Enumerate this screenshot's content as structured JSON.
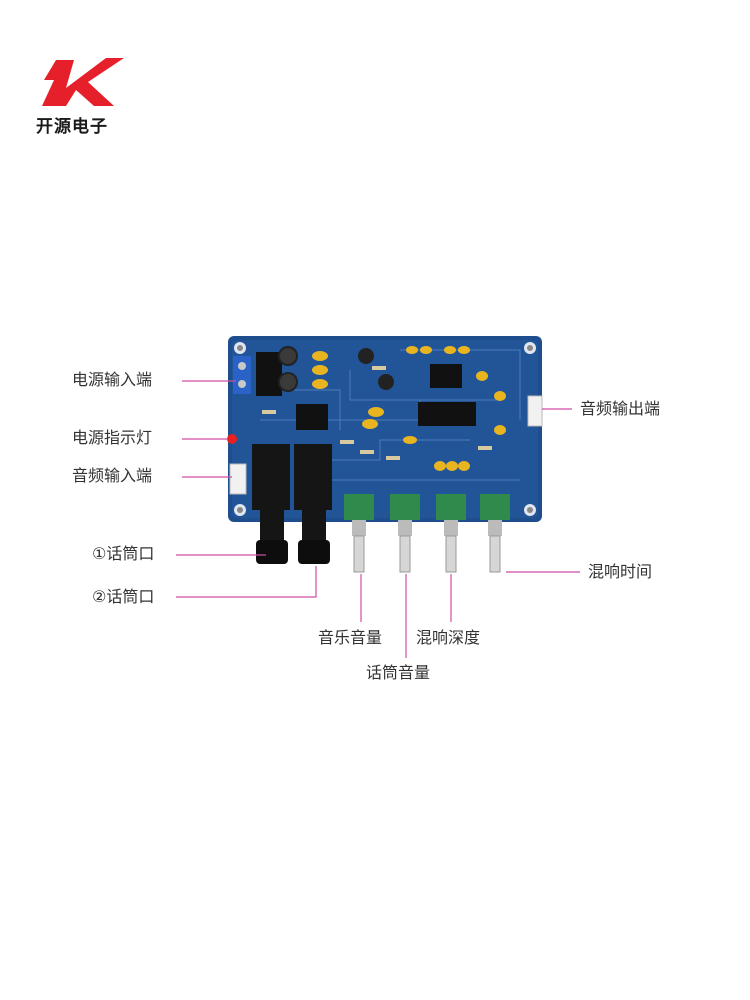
{
  "brand": {
    "name": "开源电子"
  },
  "labels": {
    "power_in": "电源输入端",
    "power_led": "电源指示灯",
    "audio_in": "音频输入端",
    "mic1": "①话筒口",
    "mic2": "②话筒口",
    "audio_out": "音频输出端",
    "reverb_time": "混响时间",
    "music_volume": "音乐音量",
    "reverb_depth": "混响深度",
    "mic_volume": "话筒音量"
  },
  "colors": {
    "brand_red": "#e6202a",
    "pcb_blue": "#1f4e8f",
    "leader_line": "#d04ca8",
    "pot_green": "#2f8a4c",
    "jack_black": "#151515"
  }
}
